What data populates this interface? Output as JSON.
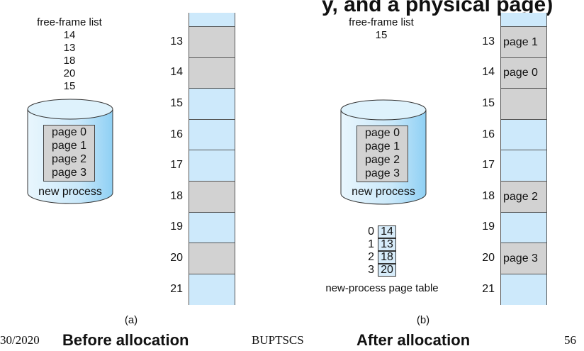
{
  "title_fragment": "y, and a physical page)",
  "left": {
    "free_frame_title": "free-frame list",
    "free_frames": [
      "14",
      "13",
      "18",
      "20",
      "15"
    ],
    "pages": [
      "page 0",
      "page 1",
      "page 2",
      "page 3"
    ],
    "process_label": "new process",
    "frame_numbers": [
      "13",
      "14",
      "15",
      "16",
      "17",
      "18",
      "19",
      "20",
      "21"
    ],
    "frame_states": [
      "used",
      "used",
      "free",
      "free",
      "free",
      "used",
      "free",
      "used",
      "free"
    ],
    "caption": "(a)"
  },
  "right": {
    "free_frame_title": "free-frame list",
    "free_frames": [
      "15"
    ],
    "pages": [
      "page 0",
      "page 1",
      "page 2",
      "page 3"
    ],
    "process_label": "new process",
    "page_table": [
      {
        "index": "0",
        "frame": "14"
      },
      {
        "index": "1",
        "frame": "13"
      },
      {
        "index": "2",
        "frame": "18"
      },
      {
        "index": "3",
        "frame": "20"
      }
    ],
    "page_table_label": "new-process page table",
    "frame_numbers": [
      "13",
      "14",
      "15",
      "16",
      "17",
      "18",
      "19",
      "20",
      "21"
    ],
    "frame_contents": [
      "page 1",
      "page 0",
      "",
      "",
      "",
      "page 2",
      "",
      "page 3",
      ""
    ],
    "frame_states": [
      "used",
      "used",
      "used",
      "free",
      "free",
      "used",
      "free",
      "used",
      "free"
    ],
    "caption": "(b)"
  },
  "footer": {
    "date": "30/2020",
    "before": "Before allocation",
    "org": "BUPTSCS",
    "after": "After allocation",
    "page": "56"
  },
  "colors": {
    "free": "#cde9fb",
    "used": "#d2d2d2",
    "cylinder": "#c9e8fa"
  }
}
